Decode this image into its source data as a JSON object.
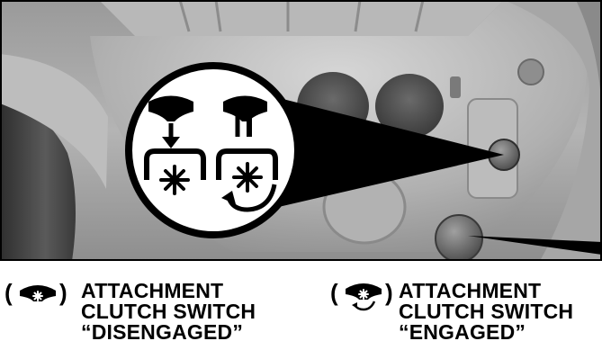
{
  "callouts": {
    "disengaged": {
      "paren_open": "(",
      "paren_close": ")",
      "line1": "ATTACHMENT",
      "line2": "CLUTCH SWITCH",
      "line3": "“DISENGAGED”",
      "icon": "clutch-disengaged-icon"
    },
    "engaged": {
      "paren_open": "(",
      "paren_close": ")",
      "line1": "ATTACHMENT",
      "line2": "CLUTCH SWITCH",
      "line3": "“ENGAGED”",
      "icon": "clutch-engaged-icon"
    }
  },
  "magnifier": {
    "symbols": [
      "knob-push-down-icon",
      "knob-pull-up-icon",
      "blade-star-icon",
      "blade-rotating-icon"
    ]
  },
  "colors": {
    "background": "#ffffff",
    "ink": "#000000",
    "photo_tone": "#a8a8a8"
  }
}
